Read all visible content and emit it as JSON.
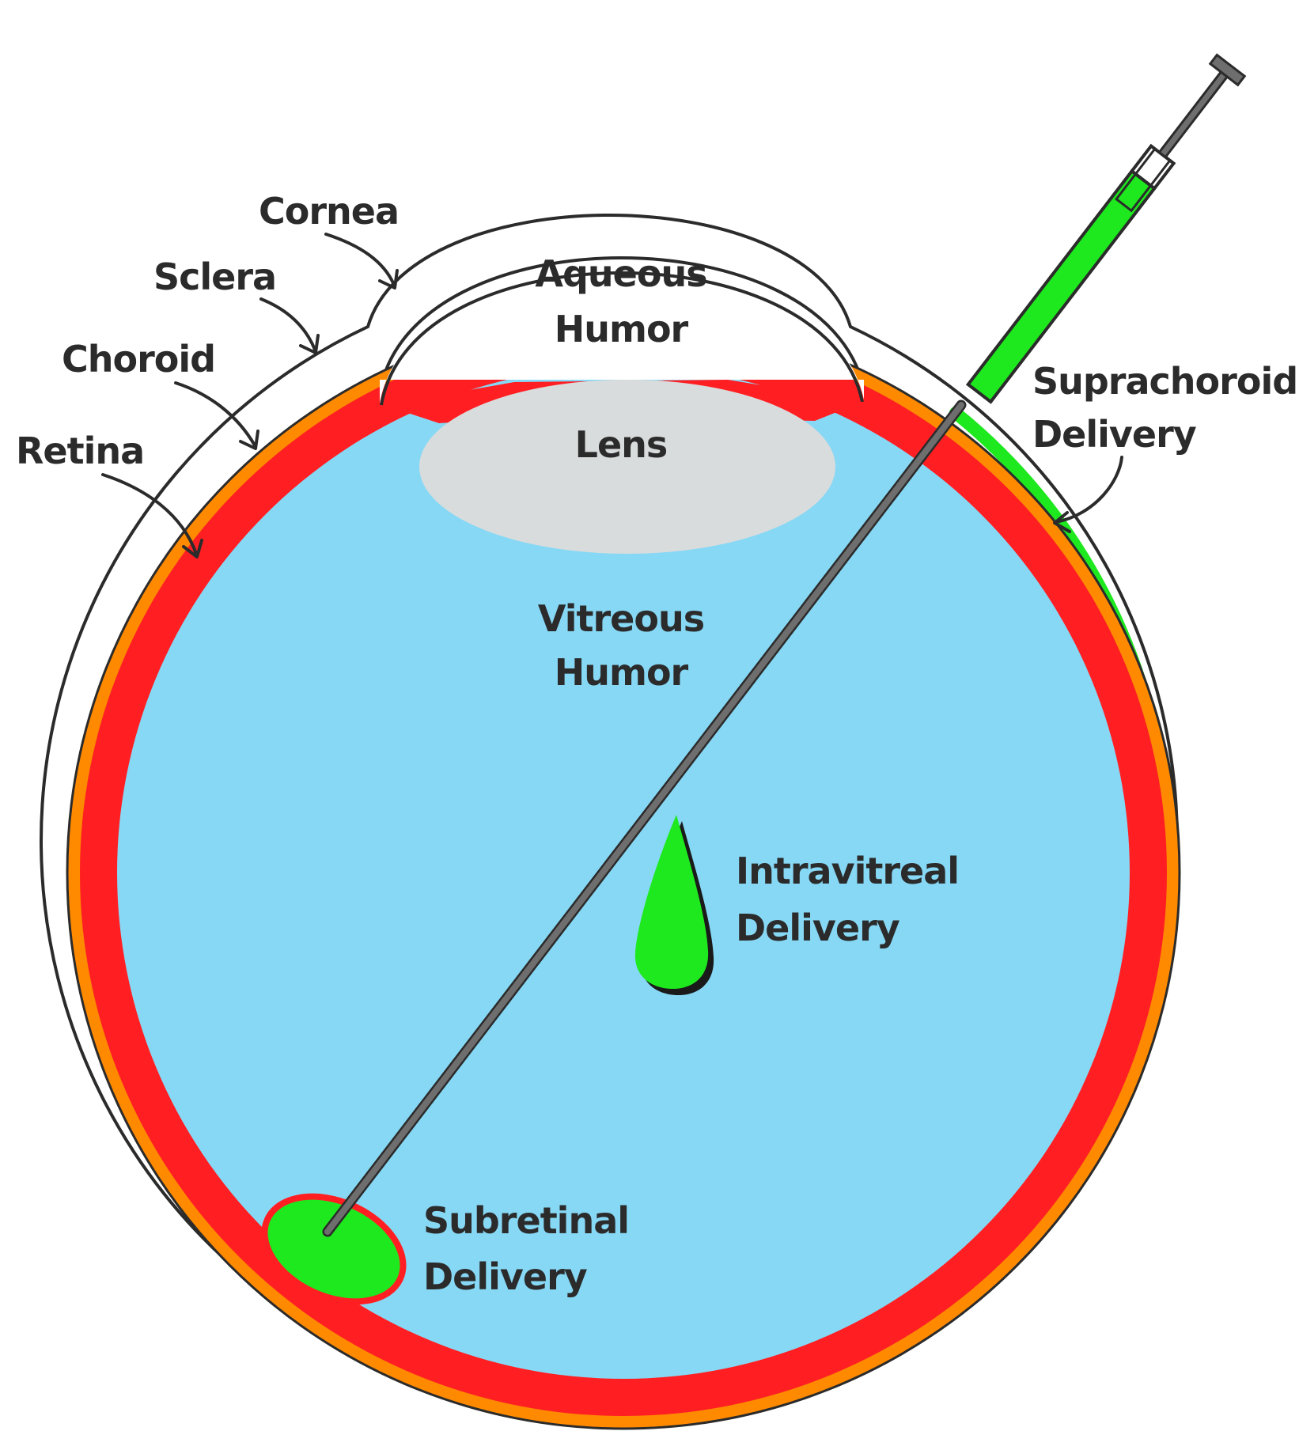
{
  "colors": {
    "vitreous": "#87d8f5",
    "retina": "#ff1f23",
    "choroid": "#ff8a00",
    "sclera": "#ffffff",
    "lens": "#d9dcdc",
    "drug": "#1ee81e",
    "needle": "#6e6e6e",
    "outline": "#2b2b2b"
  },
  "labels": {
    "cornea": "Cornea",
    "sclera": "Sclera",
    "choroid": "Choroid",
    "retina": "Retina",
    "aqueous_humor_line1": "Aqueous",
    "aqueous_humor_line2": "Humor",
    "lens": "Lens",
    "vitreous_humor_line1": "Vitreous",
    "vitreous_humor_line2": "Humor",
    "suprachoroidal_line1": "Suprachoroidal",
    "suprachoroidal_line2": "Delivery",
    "intravitreal_line1": "Intravitreal",
    "intravitreal_line2": "Delivery",
    "subretinal_line1": "Subretinal",
    "subretinal_line2": "Delivery"
  },
  "icons": {
    "syringe": "syringe-icon",
    "intravitreal_drop": "drop-icon"
  }
}
